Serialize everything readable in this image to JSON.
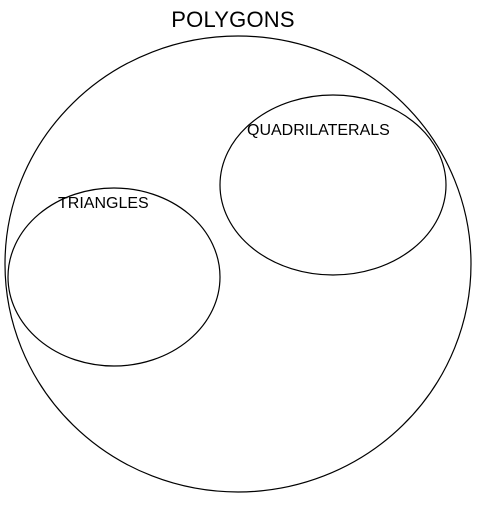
{
  "diagram": {
    "title": "POLYGONS",
    "sets": [
      {
        "label": "QUADRILATERALS",
        "parent": "POLYGONS"
      },
      {
        "label": "TRIANGLES",
        "parent": "POLYGONS"
      }
    ],
    "colors": {
      "stroke": "#000000",
      "background": "#ffffff",
      "text": "#000000"
    }
  }
}
